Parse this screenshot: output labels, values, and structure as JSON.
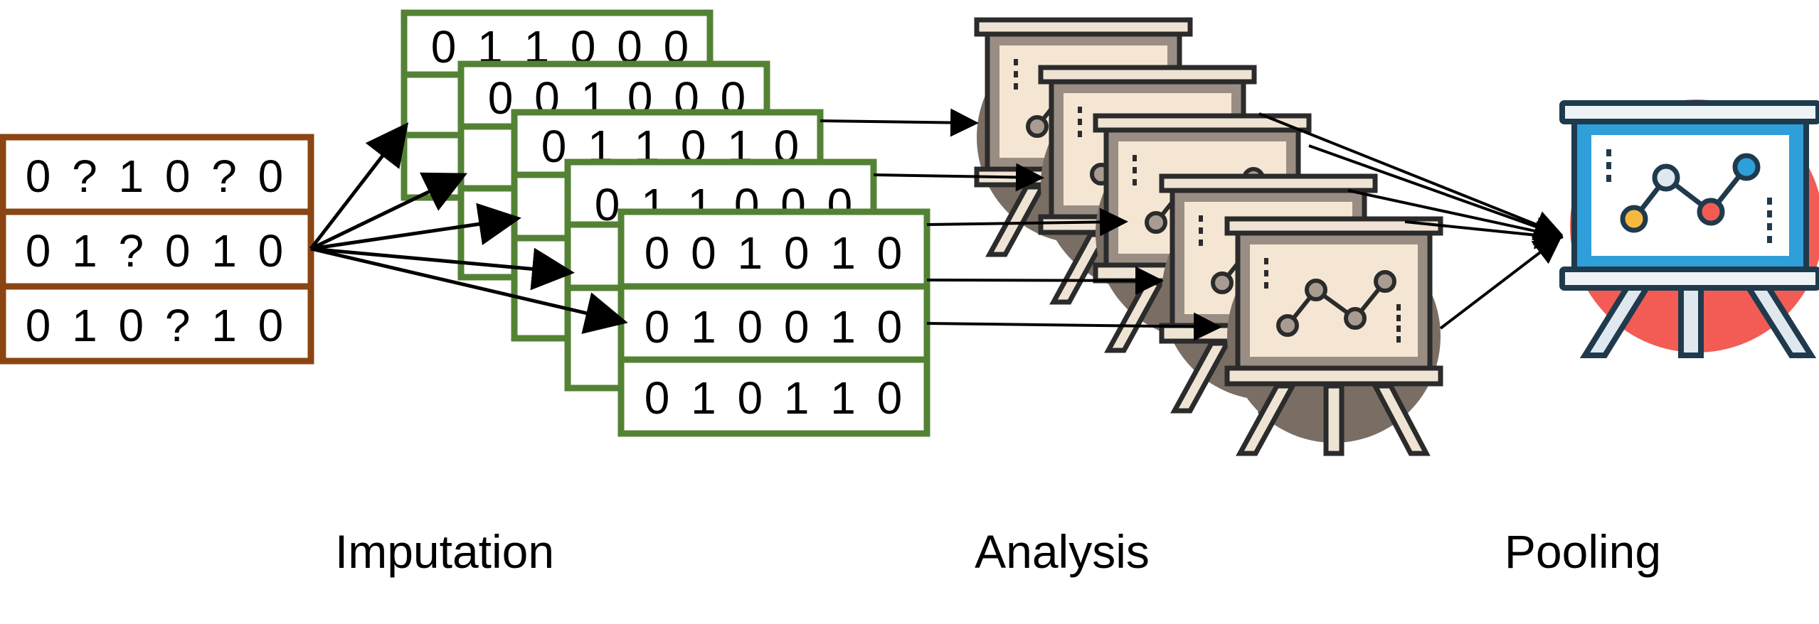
{
  "stages": {
    "imputation": "Imputation",
    "analysis": "Analysis",
    "pooling": "Pooling"
  },
  "incomplete_data": {
    "rows": [
      "0 ? 1 0 ? 0",
      "0 1 ? 0 1 0",
      "0 1 0 ? 1 0"
    ]
  },
  "imputed_datasets": [
    {
      "rows": [
        "0 1 1 0 0 0",
        "",
        ""
      ]
    },
    {
      "rows": [
        "0 0 1 0 0 0",
        "",
        ""
      ]
    },
    {
      "rows": [
        "0 1 1 0 1 0",
        "",
        ""
      ]
    },
    {
      "rows": [
        "0 1 1 0 0 0",
        "",
        ""
      ]
    },
    {
      "rows": [
        "0 0 1 0 1 0",
        "0 1 0 0 1 0",
        "0 1 0 1 1 0"
      ]
    }
  ],
  "analysis_boards_count_label": "",
  "colors": {
    "incomplete_border": "#8B4513",
    "imputed_border": "#548235",
    "board_frame": "#2b2b2b",
    "board_fill": "#F5E6D3",
    "board_shadow": "#7a6e64",
    "pooled_blue": "#2E9FD8",
    "pooled_circle": "#F25C54",
    "pooled_dark": "#1f3a4d"
  }
}
